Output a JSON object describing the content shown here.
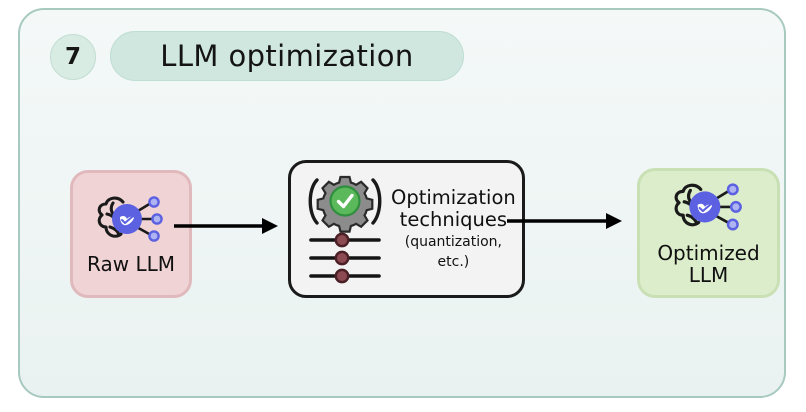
{
  "frame": {
    "border_color": "#a8c9bf",
    "background_color": "#eef5f4"
  },
  "header": {
    "step_number": "7",
    "title": "LLM optimization",
    "badge_color": "#d9ece4",
    "pill_color": "#cfe7de"
  },
  "flow": {
    "nodes": [
      {
        "id": "raw-llm",
        "label": "Raw LLM",
        "icon": "brain-network-icon",
        "fill": "#f0d3d5",
        "border": "#e0b9bd"
      },
      {
        "id": "optimization-techniques",
        "label_line1": "Optimization",
        "label_line2": "techniques",
        "sublabel_line1": "(quantization,",
        "sublabel_line2": "etc.)",
        "icons": [
          "gear-check-icon",
          "sliders-icon"
        ],
        "fill": "#f3f3f3",
        "border": "#1a1a1a"
      },
      {
        "id": "optimized-llm",
        "label_line1": "Optimized",
        "label_line2": "LLM",
        "icon": "brain-network-icon",
        "fill": "#dcedcb",
        "border": "#c9e0b4"
      }
    ],
    "arrows": [
      {
        "id": "arrow-raw-to-techniques",
        "from": "raw-llm",
        "to": "optimization-techniques",
        "color": "#000000"
      },
      {
        "id": "arrow-techniques-to-optimized",
        "from": "optimization-techniques",
        "to": "optimized-llm",
        "color": "#000000"
      }
    ]
  },
  "icon_colors": {
    "brain_outline": "#1a1a1a",
    "brain_core": "#5b61e0",
    "brain_node": "#8b93ee",
    "gear_body": "#8c8c8c",
    "gear_check_circle": "#5bb85b",
    "slider_knob": "#7d3b42",
    "slider_line": "#141414"
  }
}
